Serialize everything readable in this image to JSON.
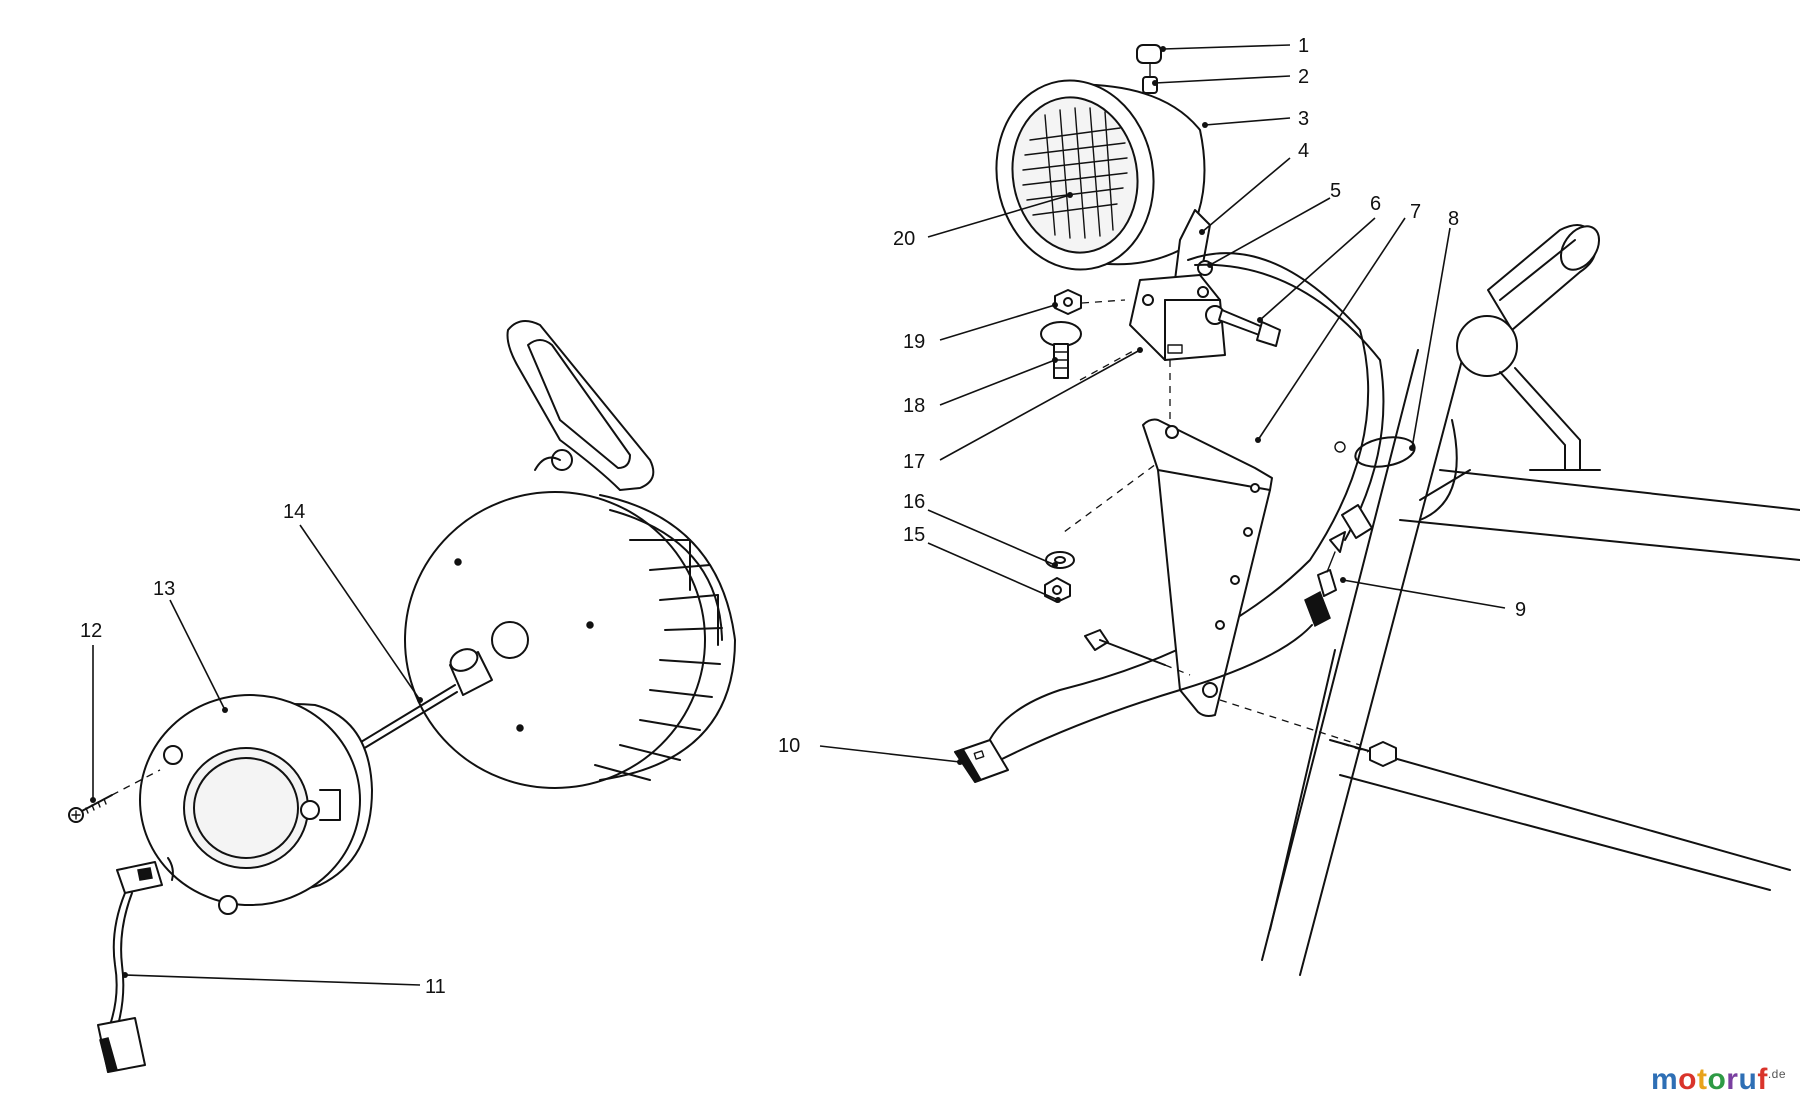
{
  "callouts": {
    "c1": "1",
    "c2": "2",
    "c3": "3",
    "c4": "4",
    "c5": "5",
    "c6": "6",
    "c7": "7",
    "c8": "8",
    "c9": "9",
    "c10": "10",
    "c11": "11",
    "c12": "12",
    "c13": "13",
    "c14": "14",
    "c15": "15",
    "c16": "16",
    "c17": "17",
    "c18": "18",
    "c19": "19",
    "c20": "20"
  },
  "watermark": {
    "letters": [
      "m",
      "o",
      "t",
      "o",
      "r",
      "u",
      "f"
    ],
    "letter_colors": [
      "#2e6fb5",
      "#d9342b",
      "#e8a31b",
      "#2e9a45",
      "#7a3fa0",
      "#2e6fb5",
      "#d9342b"
    ],
    "suffix": ".de"
  },
  "colors": {
    "line": "#111111",
    "background": "#ffffff"
  }
}
